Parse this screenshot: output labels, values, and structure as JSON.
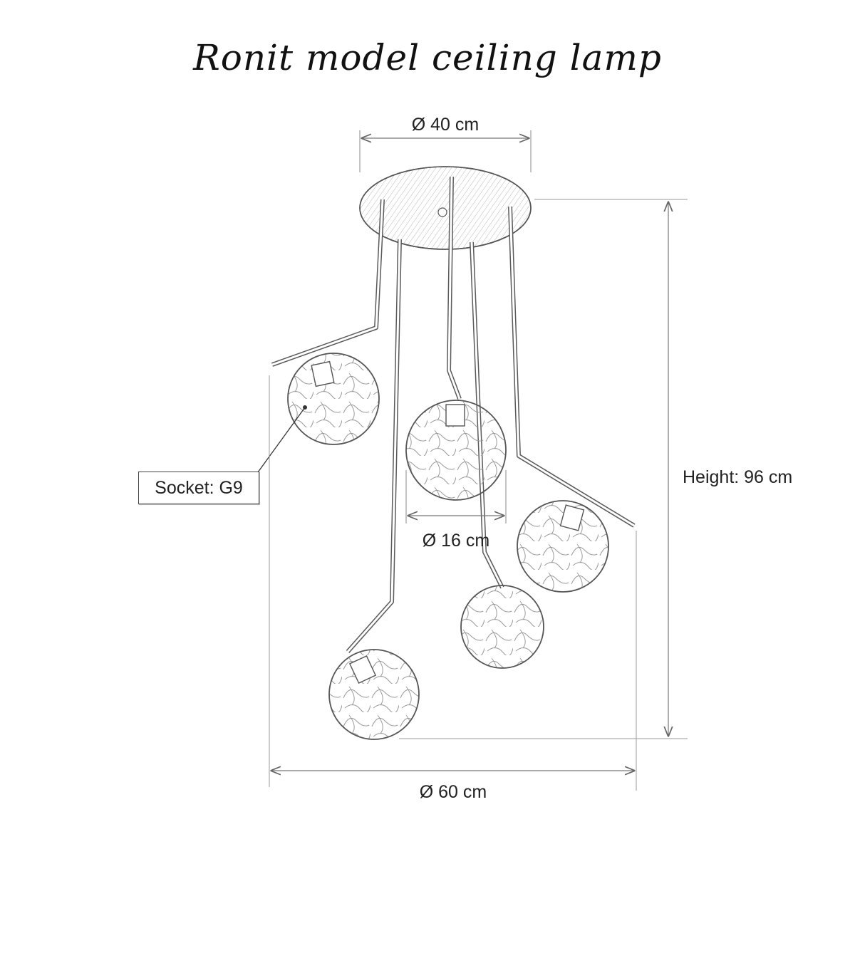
{
  "title": "Ronit model ceiling lamp",
  "dimensions": {
    "canopy_diameter": "Ø 40 cm",
    "globe_diameter": "Ø 16 cm",
    "total_diameter": "Ø 60 cm",
    "height": "Height: 96 cm"
  },
  "socket_label": "Socket: G9",
  "colors": {
    "line": "#5a5a5a",
    "dimension_line": "#777777",
    "text": "#222222",
    "background": "#ffffff"
  }
}
